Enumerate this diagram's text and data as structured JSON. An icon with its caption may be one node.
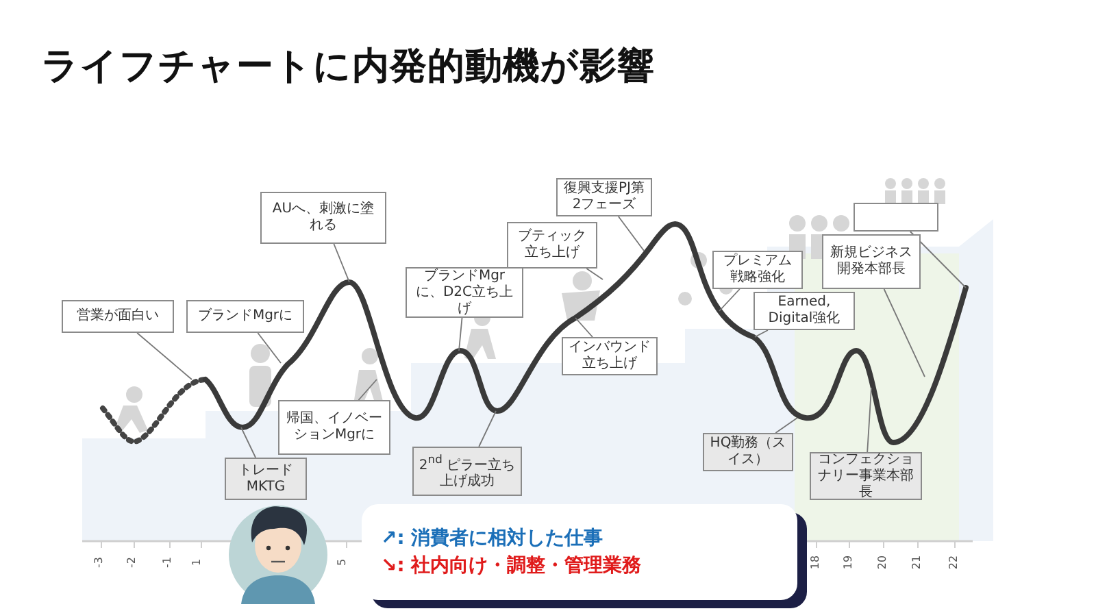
{
  "diagram": {
    "title": "ライフチャートに内発的動機が影響",
    "nodes": [
      {
        "text": [
          "営業が面白い"
        ]
      },
      {
        "text": [
          "ブランドMgrに"
        ]
      },
      {
        "text": [
          "AUへ、刺激に塗れる"
        ]
      },
      {
        "text": [
          "帰国、イノベーションMgrに"
        ]
      },
      {
        "text": [
          "トレードMKTG"
        ]
      },
      {
        "text": [
          "ブランドMgrに、D2C立ち上げ"
        ]
      },
      {
        "text": [
          "2$^{nd}$ ピラー立ち上げ成功"
        ]
      },
      {
        "text": [
          "ブティック立ち上げ"
        ]
      },
      {
        "text": [
          "復興支援PJ第2フェーズ"
        ]
      },
      {
        "text": [
          "インバウンド立ち上げ"
        ]
      },
      {
        "text": [
          "プレミアム戦略強化"
        ]
      },
      {
        "text": [
          "Earned, Digital強化"
        ]
      },
      {
        "text": [
          "HQ勤務（スイス）"
        ]
      },
      {
        "text": [
          "新規ビジネス開発本部長"
        ]
      },
      {
        "text": [],
        "shape": "box"
      },
      {
        "text": [
          "コンフェクショナリー事業本部長"
        ]
      },
      {
        "text": [
          "↗: 消費者に相対した仕事",
          "↘: 社内向け・調整・管理業務"
        ]
      }
    ],
    "edges": [
      {
        "from": 0,
        "to": null,
        "arrow": "none"
      },
      {
        "from": 1,
        "to": null,
        "arrow": "none"
      },
      {
        "from": 2,
        "to": null,
        "arrow": "none"
      },
      {
        "from": 3,
        "to": null,
        "arrow": "none"
      },
      {
        "from": 4,
        "to": null,
        "arrow": "none"
      },
      {
        "from": 5,
        "to": null,
        "arrow": "none"
      },
      {
        "from": 6,
        "to": null,
        "arrow": "none"
      },
      {
        "from": 7,
        "to": null,
        "arrow": "none"
      },
      {
        "from": 8,
        "to": null,
        "arrow": "none"
      },
      {
        "from": 9,
        "to": null,
        "arrow": "none"
      },
      {
        "from": 10,
        "to": null,
        "arrow": "none"
      },
      {
        "from": 11,
        "to": null,
        "arrow": "none"
      },
      {
        "from": 12,
        "to": null,
        "arrow": "none"
      },
      {
        "from": 13,
        "to": null,
        "arrow": "none"
      },
      {
        "from": 14,
        "to": null,
        "arrow": "none"
      },
      {
        "from": 15,
        "to": null,
        "arrow": "none"
      }
    ],
    "labels": [
      "-3",
      "-2",
      "-1",
      "1",
      "5",
      "18",
      "19",
      "20",
      "21",
      "22"
    ]
  }
}
